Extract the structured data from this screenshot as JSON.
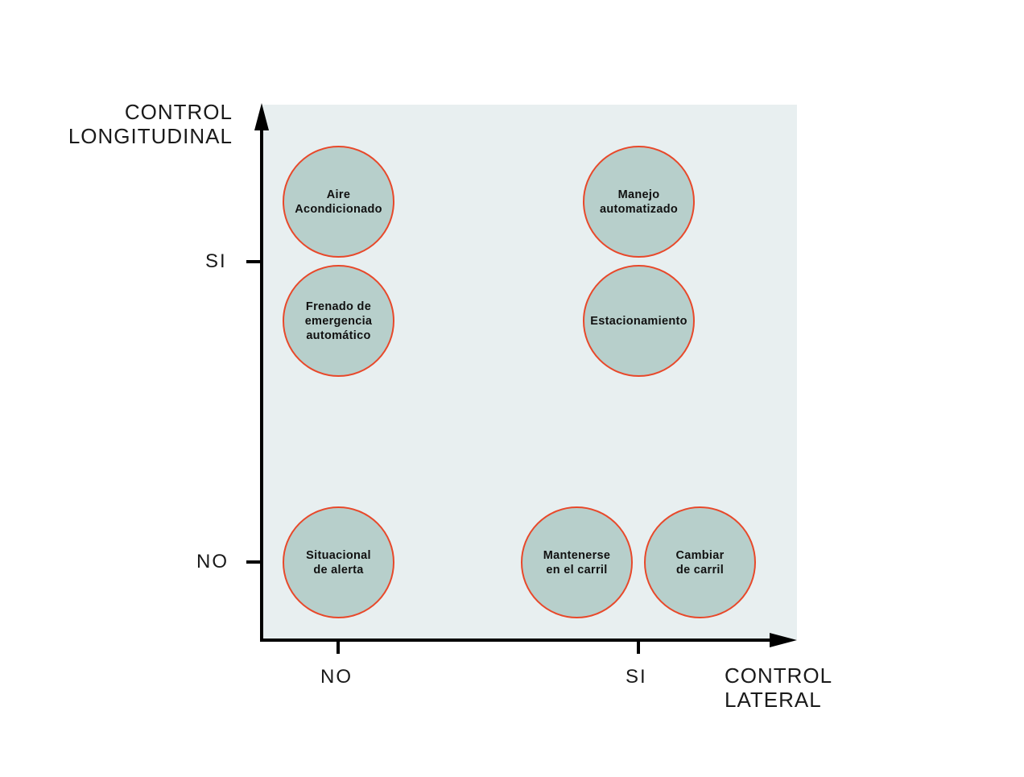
{
  "colors": {
    "plot_background": "#e8eff0",
    "bubble_fill": "#b7cfcb",
    "bubble_border": "#e8482a",
    "axis": "#000000"
  },
  "y_axis": {
    "title": "CONTROL\nLONGITUDINAL",
    "ticks": [
      "SI",
      "NO"
    ]
  },
  "x_axis": {
    "title": "CONTROL\nLATERAL",
    "ticks": [
      "NO",
      "SI"
    ]
  },
  "bubbles": [
    {
      "label": "Aire\nAcondicionado"
    },
    {
      "label": "Frenado de\nemergencia\nautomático"
    },
    {
      "label": "Situacional\nde alerta"
    },
    {
      "label": "Manejo\nautomatizado"
    },
    {
      "label": "Estacionamiento"
    },
    {
      "label": "Mantenerse\nen el carril"
    },
    {
      "label": "Cambiar\nde carril"
    }
  ]
}
